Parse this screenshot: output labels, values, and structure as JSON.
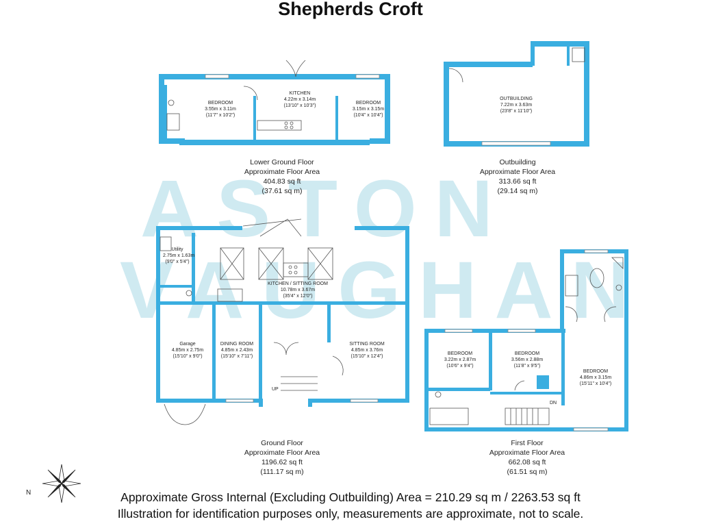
{
  "title": "Shepherds Croft",
  "watermark": {
    "line1": "ASTON",
    "line2": "VAUGHAN"
  },
  "floors": {
    "lower_ground": {
      "name": "Lower Ground Floor",
      "label": "Approximate Floor Area",
      "sq_ft": "404.83 sq ft",
      "sq_m": "(37.61 sq m)"
    },
    "outbuilding": {
      "name": "Outbuilding",
      "label": "Approximate Floor Area",
      "sq_ft": "313.66 sq ft",
      "sq_m": "(29.14 sq m)"
    },
    "ground": {
      "name": "Ground Floor",
      "label": "Approximate Floor Area",
      "sq_ft": "1196.62 sq ft",
      "sq_m": "(111.17 sq m)"
    },
    "first": {
      "name": "First Floor",
      "label": "Approximate Floor Area",
      "sq_ft": "662.08 sq ft",
      "sq_m": "(61.51 sq m)"
    }
  },
  "rooms": {
    "lg_bedroom1": {
      "name": "BEDROOM",
      "metric": "3.55m x 3.11m",
      "imperial": "(11'7\" x 10'2\")"
    },
    "lg_kitchen": {
      "name": "KITCHEN",
      "metric": "4.22m x 3.14m",
      "imperial": "(13'10\" x 10'3\")"
    },
    "lg_bedroom2": {
      "name": "BEDROOM",
      "metric": "3.15m x 3.15m",
      "imperial": "(10'4\" x 10'4\")"
    },
    "outbuilding": {
      "name": "OUTBUILDING",
      "metric": "7.22m x 3.63m",
      "imperial": "(23'8\" x 11'10\")"
    },
    "utility": {
      "name": "Utility",
      "metric": "2.75m x 1.63m",
      "imperial": "(9'0\" x 5'4\")"
    },
    "kitchen_sitting": {
      "name": "KITCHEN / SITTING ROOM",
      "metric": "10.78m x 3.67m",
      "imperial": "(35'4\" x 12'0\")"
    },
    "garage": {
      "name": "Garage",
      "metric": "4.85m x 2.75m",
      "imperial": "(15'10\" x 9'0\")"
    },
    "dining": {
      "name": "DINING ROOM",
      "metric": "4.85m x 2.43m",
      "imperial": "(15'10\" x 7'11\")"
    },
    "sitting": {
      "name": "SITTING ROOM",
      "metric": "4.85m x 3.76m",
      "imperial": "(15'10\" x 12'4\")"
    },
    "ff_bedroom1": {
      "name": "BEDROOM",
      "metric": "3.22m x 2.87m",
      "imperial": "(10'6\" x 9'4\")"
    },
    "ff_bedroom2": {
      "name": "BEDROOM",
      "metric": "3.56m x 2.88m",
      "imperial": "(11'8\" x 9'5\")"
    },
    "ff_bedroom3": {
      "name": "BEDROOM",
      "metric": "4.86m x 3.15m",
      "imperial": "(15'11\" x 10'4\")"
    }
  },
  "stairs": {
    "up": "UP",
    "down": "DN"
  },
  "compass_label": "N",
  "footer": {
    "line1": "Approximate Gross Internal (Excluding Outbuilding) Area = 210.29 sq m / 2263.53 sq ft",
    "line2": "Illustration for identification purposes only, measurements are approximate, not to scale."
  },
  "colors": {
    "wall": "#3aaee0",
    "watermark": "#cfeaf1",
    "text": "#222222"
  }
}
